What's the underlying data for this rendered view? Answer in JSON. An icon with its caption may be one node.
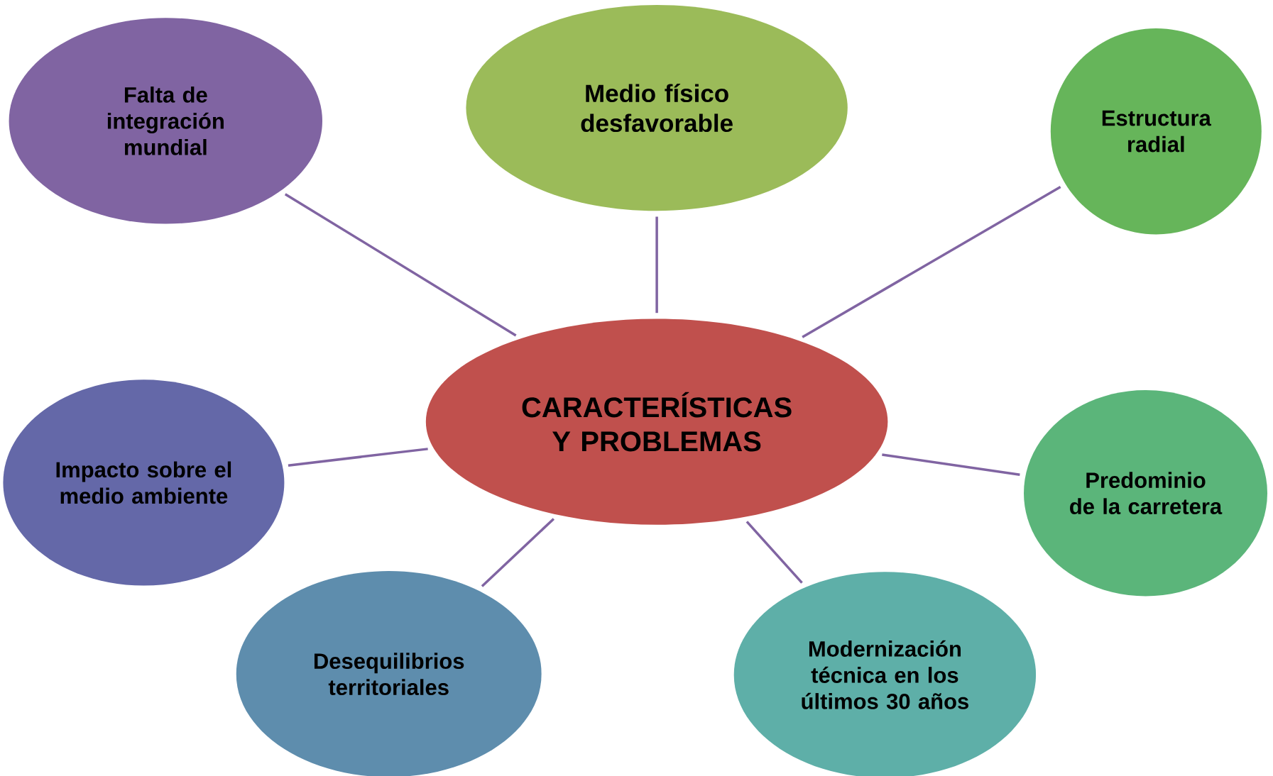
{
  "diagram": {
    "nodes": [
      {
        "text": [
          "Falta de integración mundial"
        ]
      },
      {
        "text": [
          "Medio físico desfavorable"
        ]
      },
      {
        "text": [
          "Estructura radial"
        ]
      },
      {
        "text": [
          "CARACTERÍSTICAS Y PROBLEMAS"
        ]
      },
      {
        "text": [
          "Impacto sobre el medio ambiente"
        ]
      },
      {
        "text": [
          "Predominio de la carretera"
        ]
      },
      {
        "text": [
          "Desequilibrios territoriales"
        ]
      },
      {
        "text": [
          "Modernización técnica en los últimos 30 años"
        ]
      }
    ],
    "edges": [
      {
        "from": 3,
        "to": 0,
        "arrow": "none"
      },
      {
        "from": 3,
        "to": 1,
        "arrow": "none"
      },
      {
        "from": 3,
        "to": 2,
        "arrow": "none"
      },
      {
        "from": 3,
        "to": 4,
        "arrow": "none"
      },
      {
        "from": 3,
        "to": 5,
        "arrow": "none"
      },
      {
        "from": 3,
        "to": 6,
        "arrow": "none"
      },
      {
        "from": 3,
        "to": 7,
        "arrow": "none"
      }
    ]
  }
}
